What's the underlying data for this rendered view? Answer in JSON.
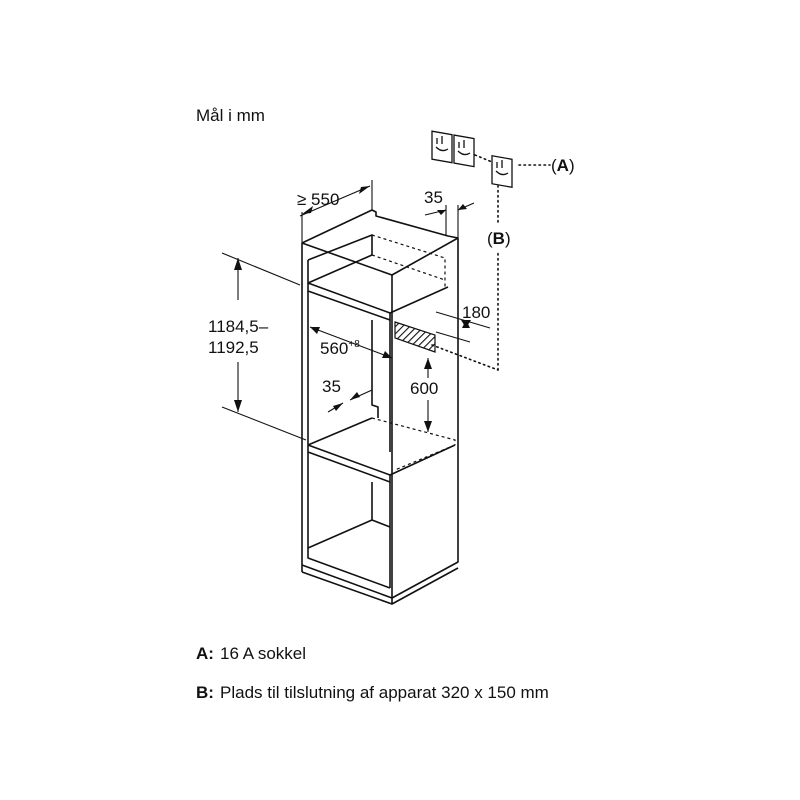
{
  "units_note": "Mål i mm",
  "dimensions": {
    "depth": "≥ 550",
    "back_gap": "35",
    "height_line1": "1184,5–",
    "height_line2": "1192,5",
    "inner_width": "560",
    "inner_width_tolerance": "+8",
    "side_gap": "35",
    "cutout_height": "600",
    "socket_offset": "180"
  },
  "callouts": {
    "a": "A",
    "b": "B"
  },
  "legend": [
    {
      "key": "A:",
      "text": "16 A sokkel"
    },
    {
      "key": "B:",
      "text": "Plads til tilslutning af apparat 320 x 150 mm"
    }
  ],
  "colors": {
    "line": "#111111",
    "hatch": "#111111"
  }
}
